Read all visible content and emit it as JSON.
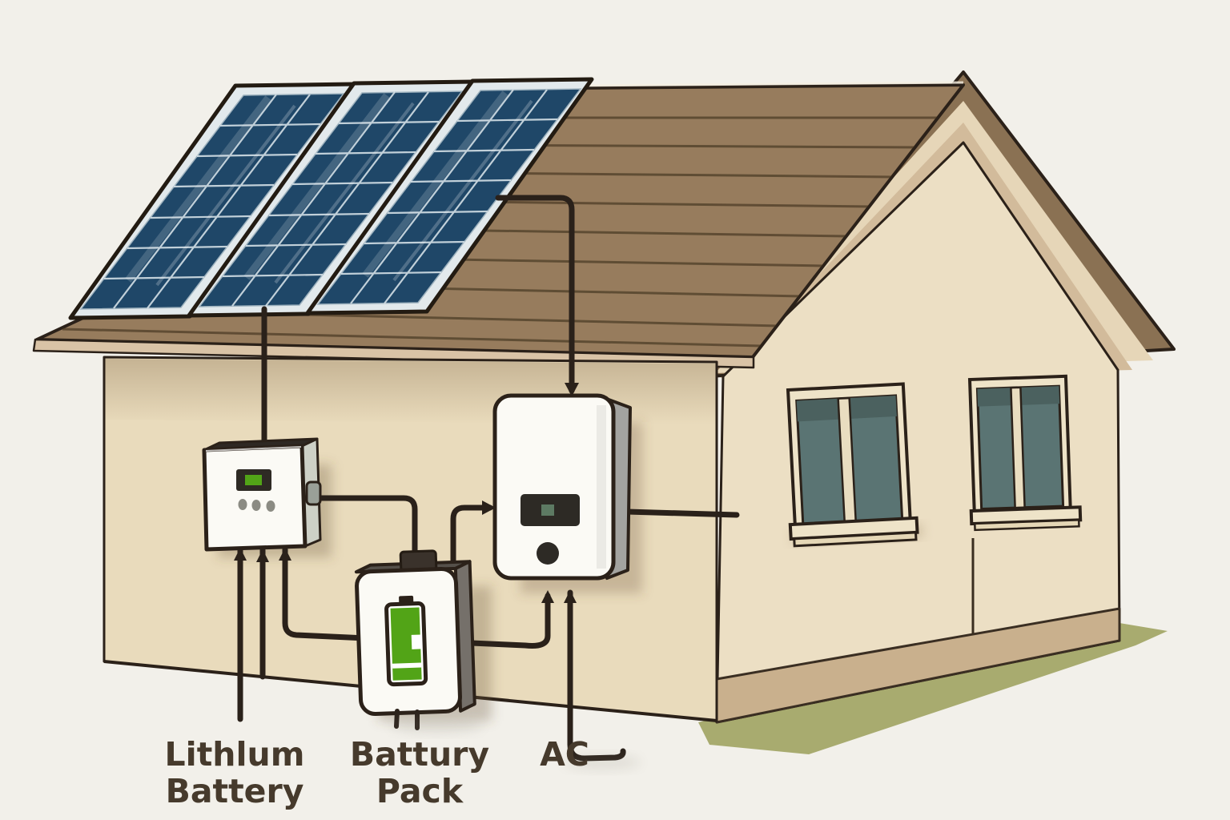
{
  "title": "Home solar power system illustration",
  "background": "#f2f0ea",
  "labels": {
    "lithium_line1": "Lithlum",
    "lithium_line2": "Battery",
    "pack_line1": "Battury",
    "pack_line2": "Pack",
    "ac": "AC"
  },
  "colors": {
    "roof": "#977c5d",
    "roof_line": "#42341f",
    "rake_trim": "#8a7153",
    "light_trim": "#e6d6b8",
    "shade_trim": "#d2bb9b",
    "wall_front": "#e9dbbc",
    "wall_gable": "#ecdfc4",
    "baseboard": "#c9b08d",
    "window_glass": "#5a7473",
    "window_frame": "#eee3c8",
    "grass": "#a3a768",
    "wire": "#2a211a",
    "panel_cell": "#1f4768",
    "panel_frame": "#e2e9ec",
    "panel_grid": "#d3dfe6",
    "battery_green": "#52a417",
    "device_body": "#fbfaf5",
    "outline": "#2b2119",
    "text": "#463a2c"
  },
  "components": {
    "solar_array": "3 rooftop solar panels",
    "charge_controller": "wall box with green display and 3 indicator dots",
    "battery_pack": "white pack with green battery charge icon",
    "inverter": "wall unit with display and round power button"
  }
}
